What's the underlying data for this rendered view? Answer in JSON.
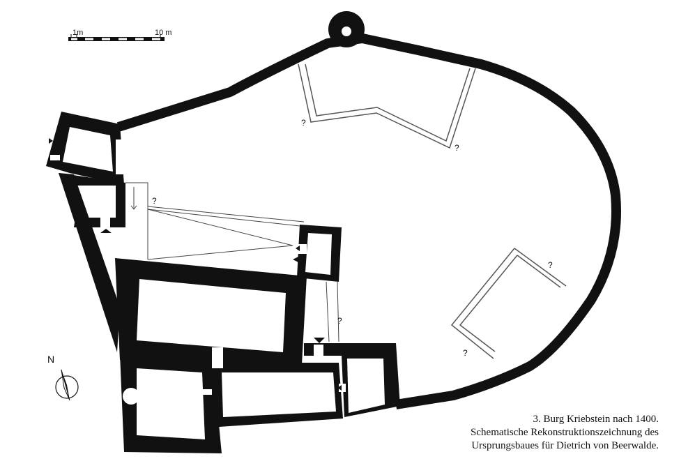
{
  "scale_bar": {
    "label_start": "1m",
    "label_end": "10 m"
  },
  "north_label": "N",
  "question_mark": "?",
  "caption": {
    "line1": "3. Burg Kriebstein nach 1400.",
    "line2": "Schematische Rekonstruktionszeichnung des",
    "line3": "Ursprungsbaues für Dietrich von Beerwalde."
  },
  "colors": {
    "wall": "#111111",
    "paper": "#ffffff",
    "outline": "#555555"
  }
}
